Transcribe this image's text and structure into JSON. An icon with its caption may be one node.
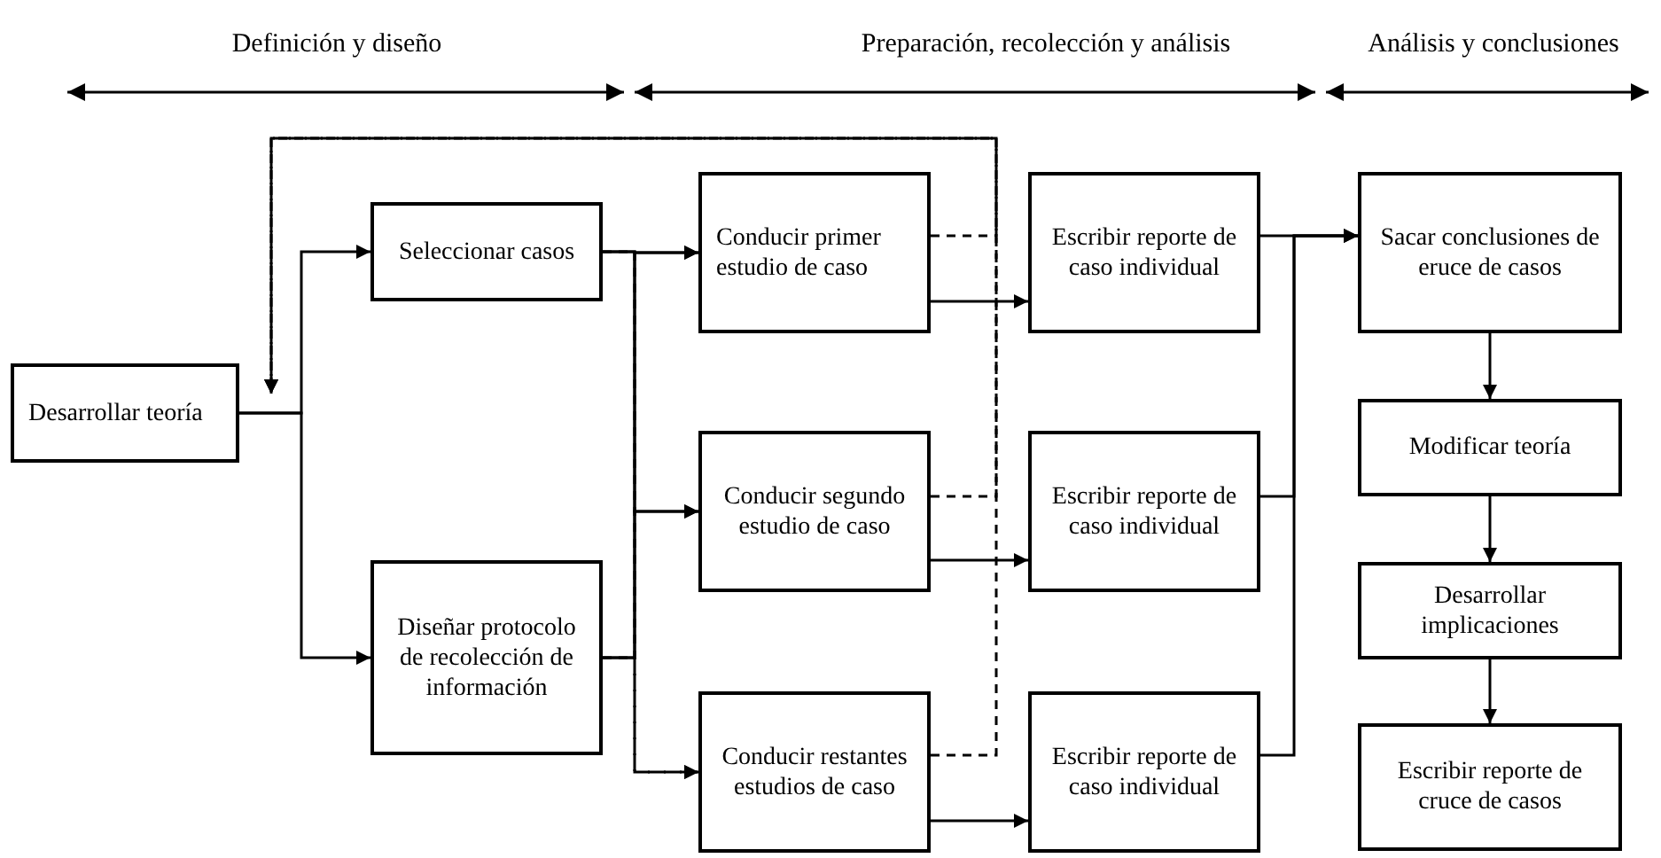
{
  "diagram": {
    "nodes": [
      {
        "text": [
          "Desarrollar teoría"
        ]
      },
      {
        "text": [
          "Seleccionar casos"
        ]
      },
      {
        "text": [
          "Diseñar protocolo de recolección de información"
        ]
      },
      {
        "text": [
          "Conducir primer estudio de caso"
        ]
      },
      {
        "text": [
          "Conducir segundo estudio de caso"
        ]
      },
      {
        "text": [
          "Conducir restantes estudios de caso"
        ]
      },
      {
        "text": [
          "Escribir reporte de caso individual"
        ]
      },
      {
        "text": [
          "Escribir reporte de caso individual"
        ]
      },
      {
        "text": [
          "Escribir reporte de caso individual"
        ]
      },
      {
        "text": [
          "Sacar conclusiones de eruce de casos"
        ]
      },
      {
        "text": [
          "Modificar teoría"
        ]
      },
      {
        "text": [
          "Desarrollar implicaciones"
        ]
      },
      {
        "text": [
          "Escribir reporte de cruce de casos"
        ]
      }
    ],
    "edges": [
      {
        "from": 0,
        "to": 1,
        "arrow": "to"
      },
      {
        "from": 0,
        "to": 2,
        "arrow": "to"
      },
      {
        "from": 1,
        "to": 3,
        "arrow": "to"
      },
      {
        "from": 1,
        "to": 4,
        "arrow": "to"
      },
      {
        "from": 1,
        "to": 5,
        "arrow": "to",
        "style": "dashed"
      },
      {
        "from": 2,
        "to": 3,
        "arrow": "to"
      },
      {
        "from": 2,
        "to": 4,
        "arrow": "to"
      },
      {
        "from": 2,
        "to": 5,
        "arrow": "to",
        "style": "dashed"
      },
      {
        "from": 3,
        "to": 6,
        "arrow": "to"
      },
      {
        "from": 4,
        "to": 7,
        "arrow": "to"
      },
      {
        "from": 5,
        "to": 8,
        "arrow": "to"
      },
      {
        "from": 6,
        "to": 9,
        "arrow": "to"
      },
      {
        "from": 7,
        "to": 9,
        "arrow": "to"
      },
      {
        "from": 8,
        "to": 9,
        "arrow": "to"
      },
      {
        "from": 9,
        "to": 10,
        "arrow": "to"
      },
      {
        "from": 10,
        "to": 11,
        "arrow": "to"
      },
      {
        "from": 11,
        "to": 12,
        "arrow": "to"
      },
      {
        "from": 3,
        "to": 0,
        "arrow": "to",
        "style": "dashed"
      },
      {
        "from": 4,
        "to": 0,
        "arrow": "to",
        "style": "dashed"
      },
      {
        "from": 5,
        "to": 0,
        "arrow": "to",
        "style": "dashed"
      }
    ],
    "labels": [
      "Definición y diseño",
      "Preparación, recolección y análisis",
      "Análisis y conclusiones"
    ]
  }
}
